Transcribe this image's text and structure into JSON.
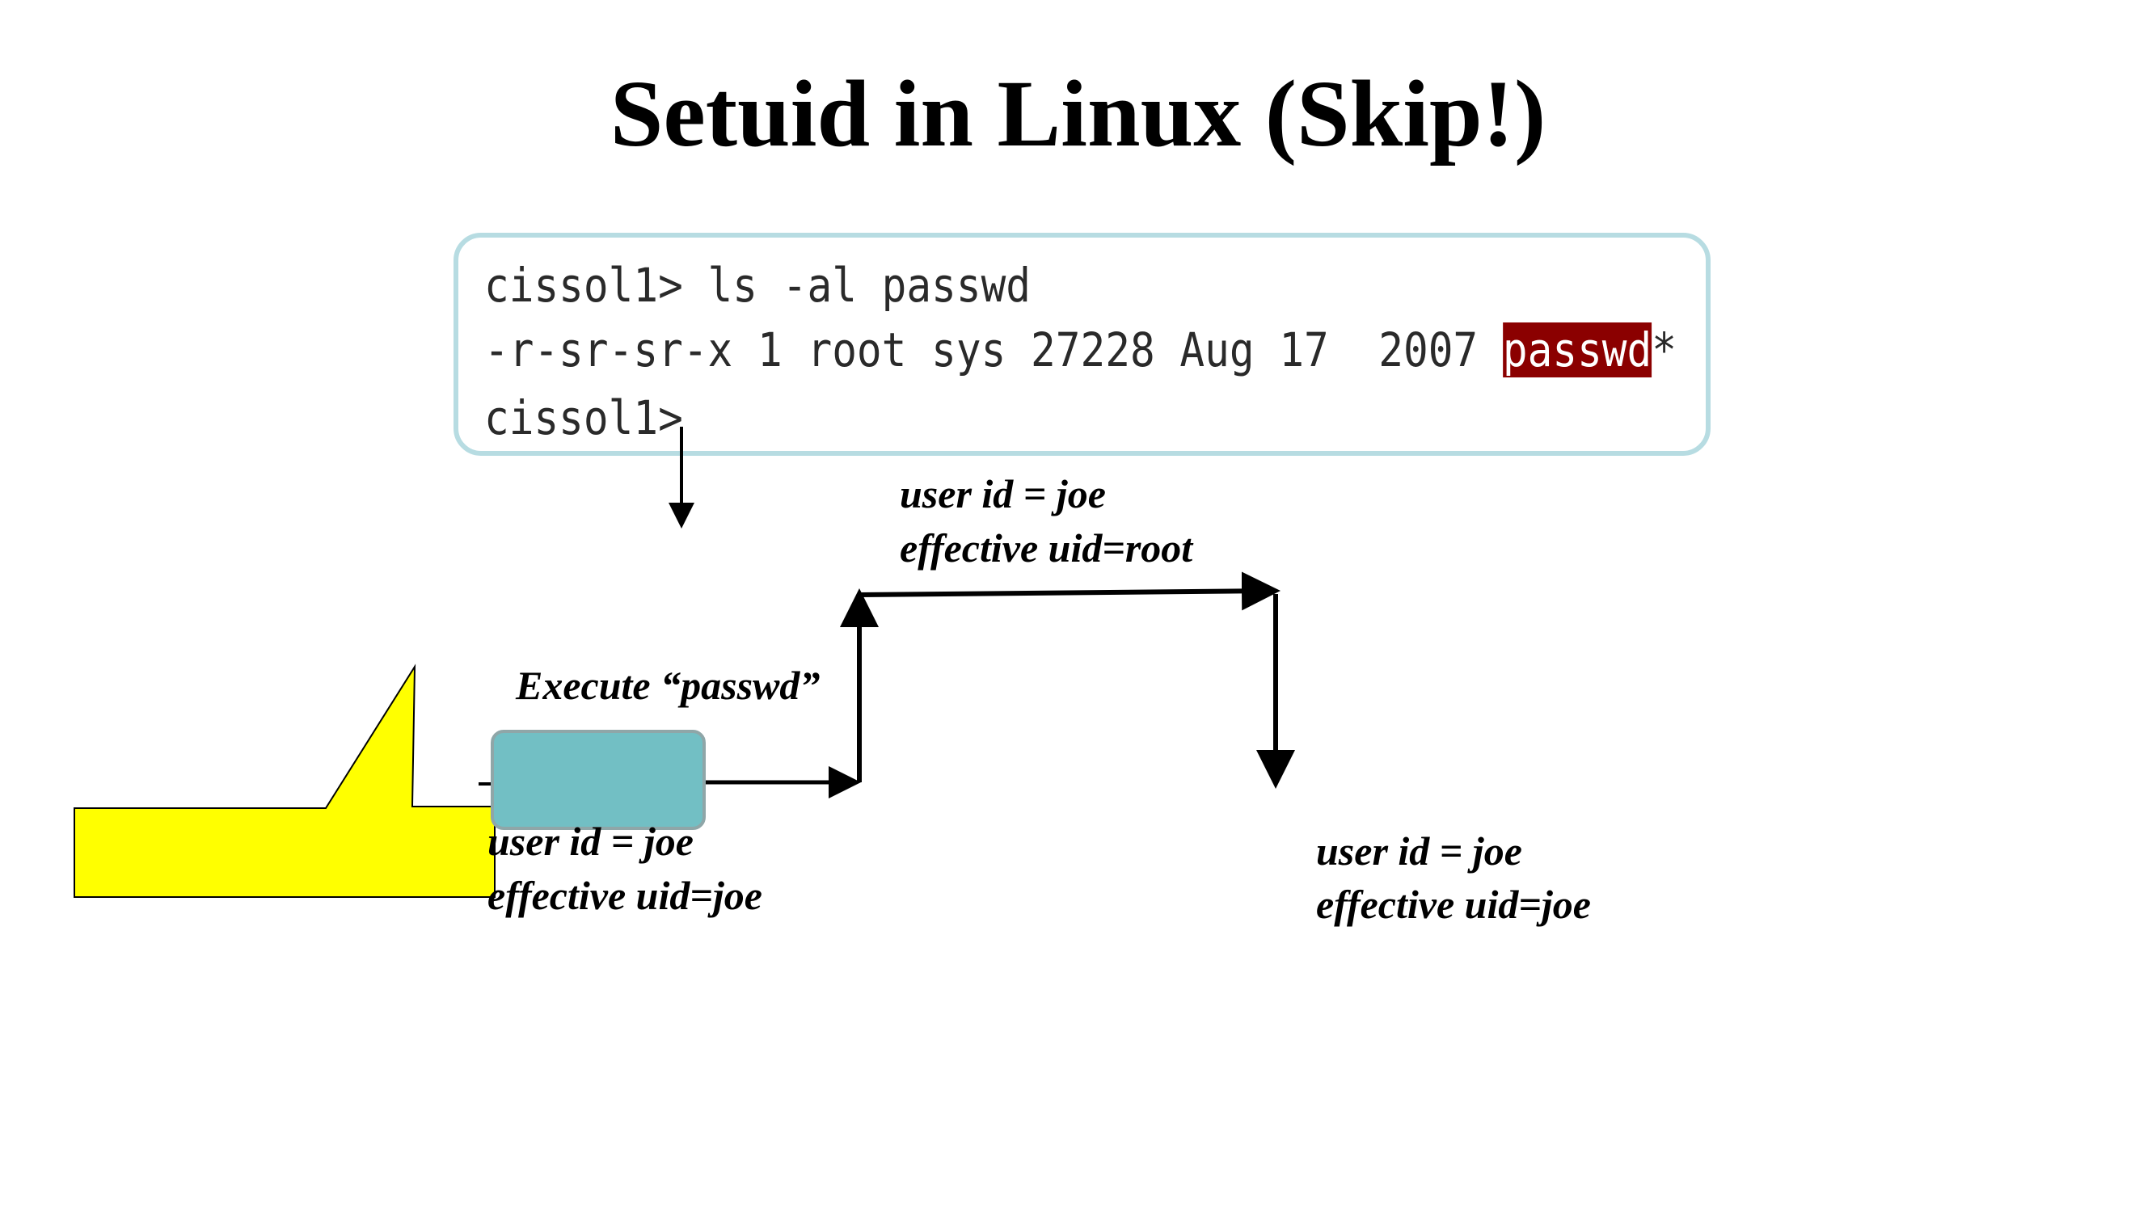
{
  "slide": {
    "title": "Setuid in Linux (Skip!)"
  },
  "terminal": {
    "lines": [
      {
        "text": "cissol1> ls -al passwd"
      },
      {
        "prefix": "-r-sr-sr-x 1 root sys 27228 Aug 17  2007 ",
        "highlight": "passwd",
        "suffix": "*"
      },
      {
        "text": "cissol1>"
      }
    ],
    "highlight_color": "#8b0000"
  },
  "labels": {
    "execute": "Execute “passwd”",
    "root_state": {
      "line1": "user id = joe",
      "line2": "effective uid=root"
    },
    "start_state": {
      "line1": "user id = joe",
      "line2": "effective uid=joe"
    },
    "end_state": {
      "line1": "user id = joe",
      "line2": "effective uid=joe"
    }
  },
  "colors": {
    "callout": "#ffff00",
    "process_box": "#72bfc4",
    "terminal_border": "#b7dce2"
  }
}
